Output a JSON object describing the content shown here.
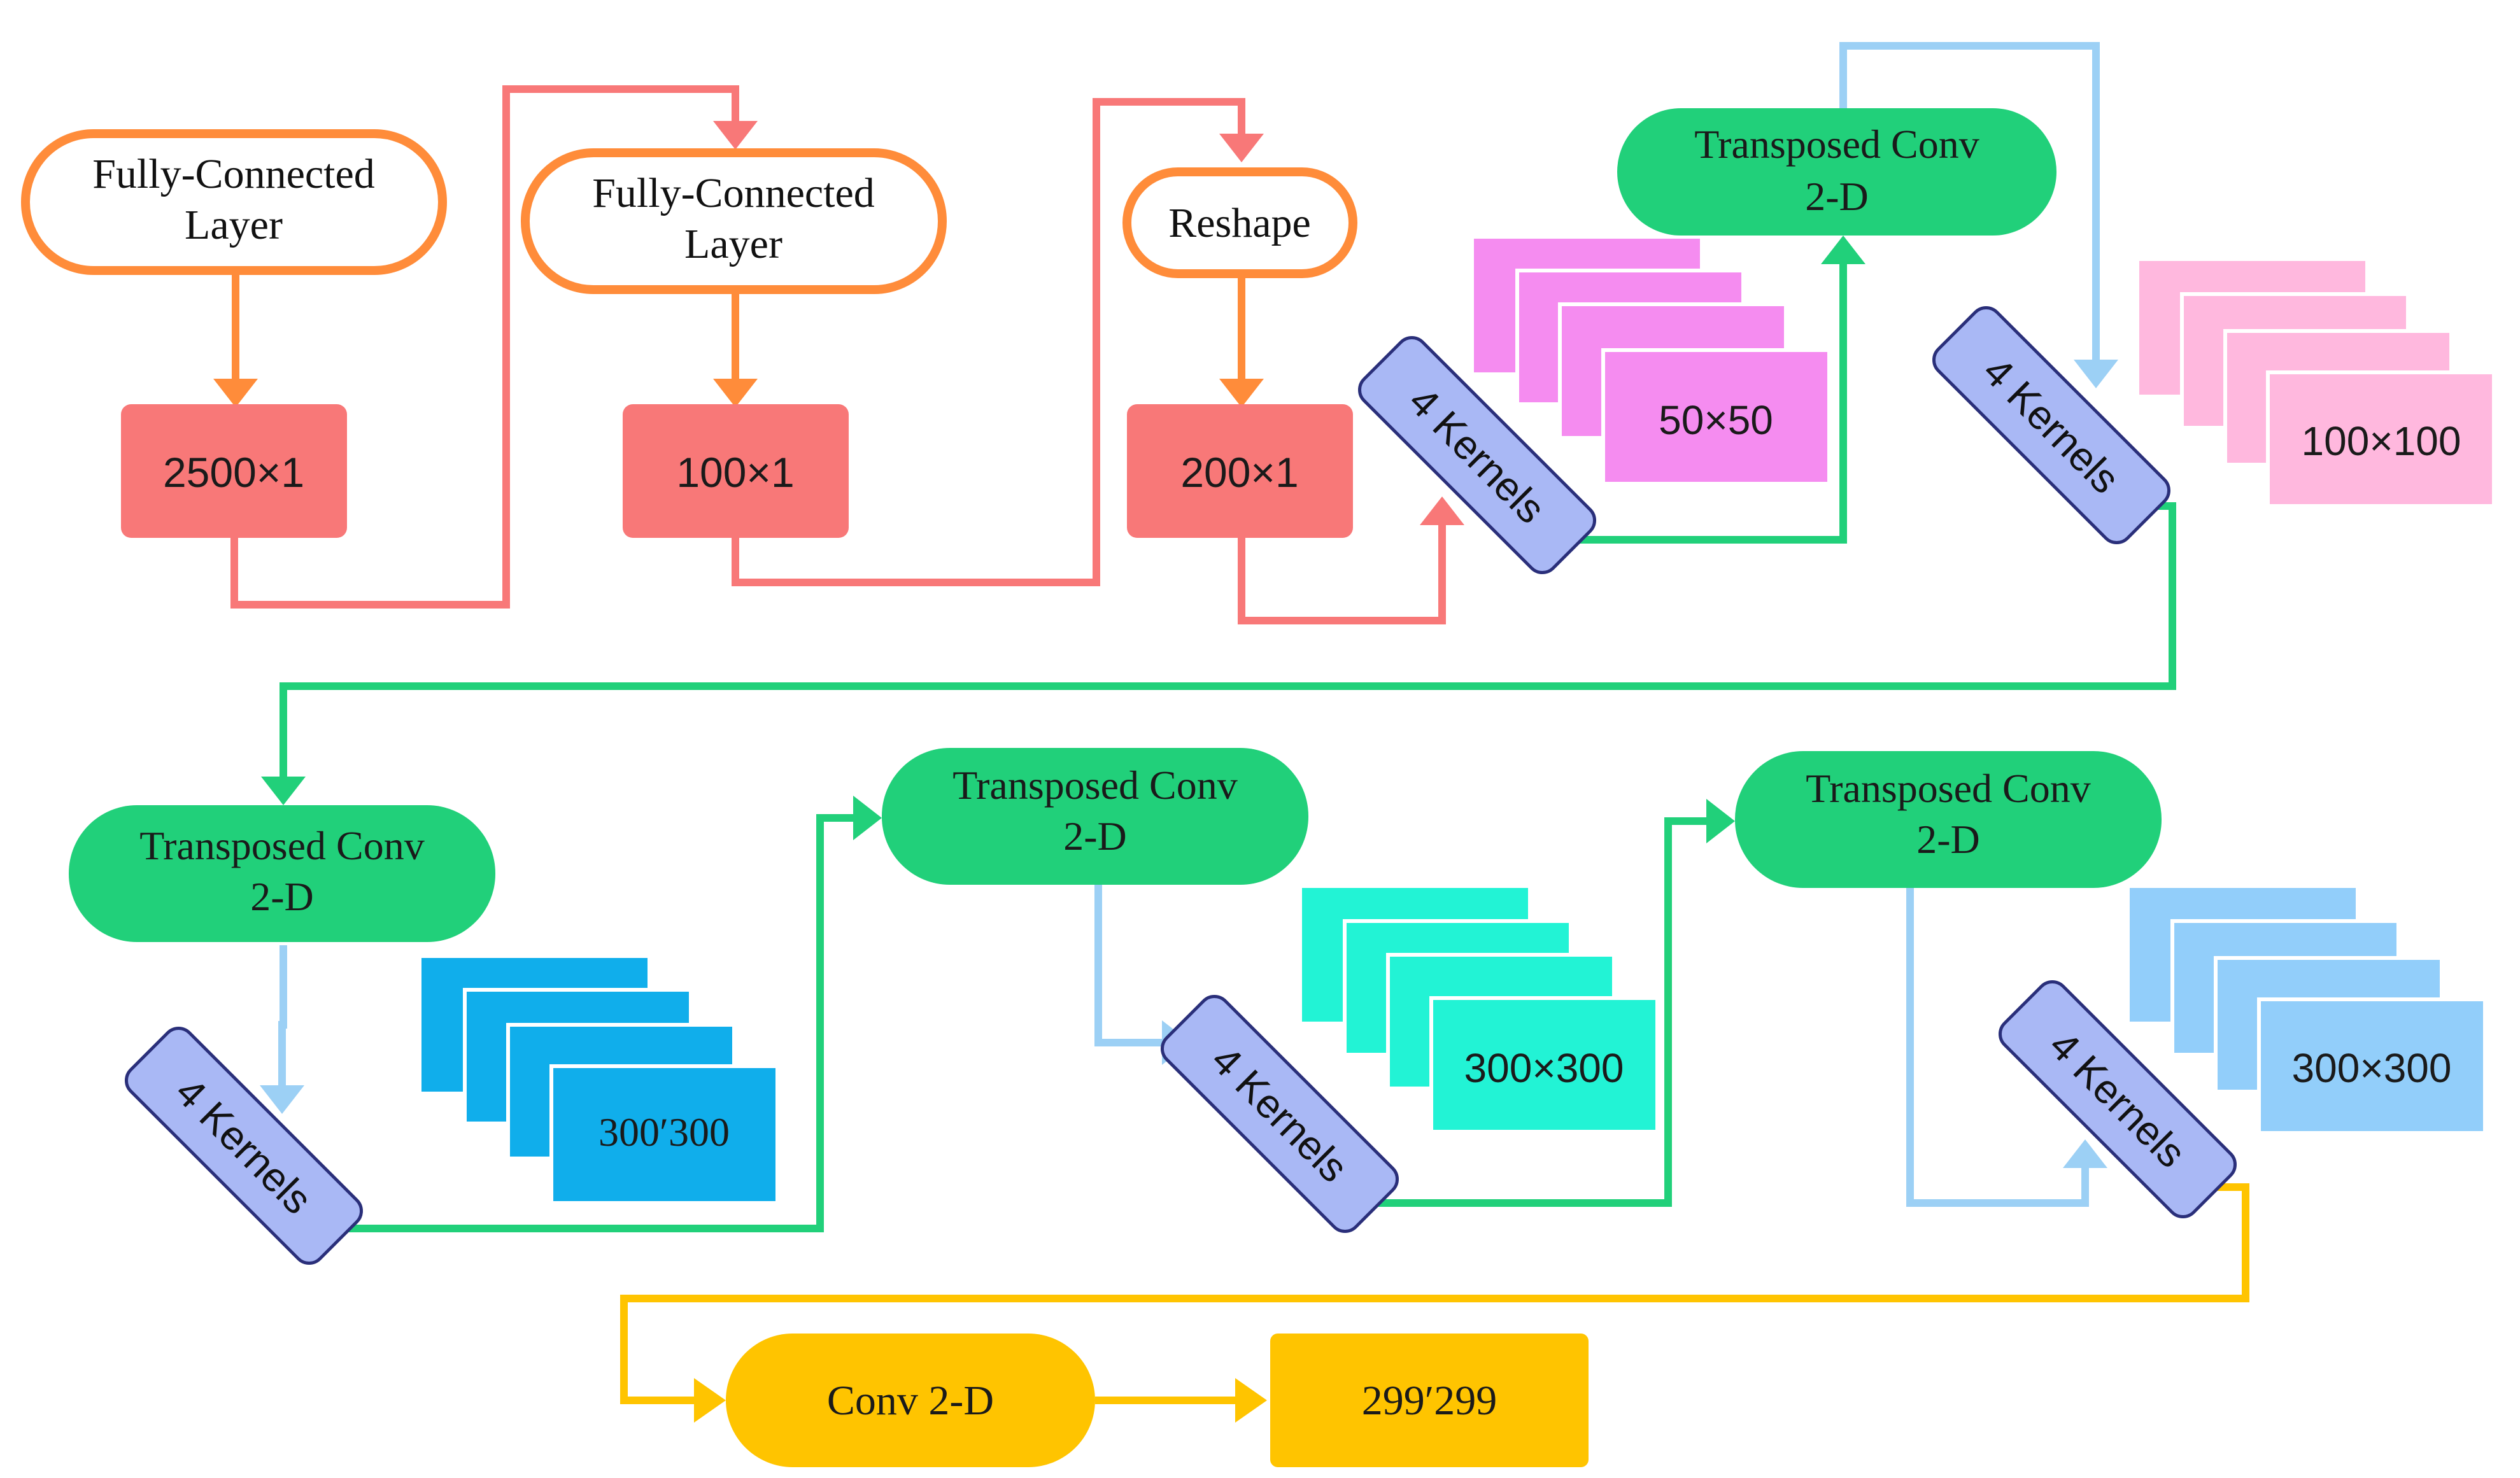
{
  "colors": {
    "orange_outline": "#FF8C3A",
    "red_box": "#F87878",
    "red_line": "#F87878",
    "green": "#21D07A",
    "light_blue_line": "#9CD0F5",
    "kernel_fill": "#A9B8F5",
    "kernel_stroke": "#2A2F7A",
    "yellow": "#FFC400",
    "magenta_maps": "#F58CF0",
    "pink_maps": "#FFB8DE",
    "blue_maps": "#10AEEB",
    "teal_maps": "#22F3D5",
    "sky_maps": "#92CEFA"
  },
  "nodes": {
    "fc1_line1": "Fully-Connected",
    "fc1_line2": "Layer",
    "fc2_line1": "Fully-Connected",
    "fc2_line2": "Layer",
    "reshape": "Reshape",
    "out_2500": "2500×1",
    "out_100": "100×1",
    "out_200": "200×1",
    "tconv1_line1": "Transposed Conv",
    "tconv1_line2": "2-D",
    "tconv2_line1": "Transposed Conv",
    "tconv2_line2": "2-D",
    "tconv3_line1": "Transposed Conv",
    "tconv3_line2": "2-D",
    "tconv4_line1": "Transposed Conv",
    "tconv4_line2": "2-D",
    "conv_final": "Conv 2-D",
    "final_output": "299′299"
  },
  "kernels": {
    "k1": "4 Kernels",
    "k2": "4 Kernels",
    "k3": "4 Kernels",
    "k4": "4 Kernels",
    "k5": "4 Kernels"
  },
  "feature_maps": {
    "fm1": "50×50",
    "fm2": "100×100",
    "fm3": "300′300",
    "fm4": "300×300",
    "fm5": "300×300"
  }
}
